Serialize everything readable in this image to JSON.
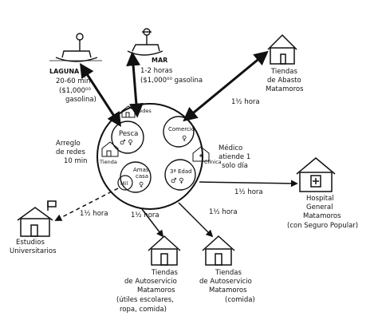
{
  "nodes": {
    "laguna": {
      "line1": "LAGUNA",
      "line2": "20-60 min",
      "line3": "($1,000⁰⁰",
      "line4": "gasolina)"
    },
    "mar": {
      "line1": "MAR",
      "line2": "1-2 horas",
      "line3": "($1,000⁰⁰ gasolina"
    },
    "tiendas_abasto": {
      "line1": "Tiendas",
      "line2": "de Abasto",
      "line3": "Matamoros"
    },
    "arreglo_redes": {
      "line1": "Arreglo",
      "line2": "de redes",
      "line3": "10 min"
    },
    "medico": {
      "line1": "Médico",
      "line2": "atiende 1",
      "line3": "solo día"
    },
    "hospital": {
      "line1": "Hospital",
      "line2": "General",
      "line3": "Matamoros",
      "line4": "(con Seguro Popular)"
    },
    "estudios": {
      "line1": "Estudios",
      "line2": "Universitarios"
    },
    "tiendas_auto_left": {
      "line1": "Tiendas",
      "line2": "de Autoservicio",
      "line3": "Matamoros",
      "line4": "(útiles escolares,",
      "line5": "ropa, comida)"
    },
    "tiendas_auto_right": {
      "line1": "Tiendas",
      "line2": "de Autoservicio",
      "line3": "Matamoros",
      "line4": "(comida)"
    }
  },
  "community": {
    "pesca": {
      "line1": "Pesca",
      "line2": "♂ ♀"
    },
    "comercio": {
      "line1": "Comercio",
      "line2": "♀"
    },
    "amas_casa": {
      "line1": "Amas",
      "line2": "casa",
      "line3": "♀"
    },
    "tercera_edad": {
      "line1": "3ª Edad",
      "line2": "♂ ♀"
    },
    "mil": "Mil",
    "redes_label": "Redes",
    "tienda_label": "Tienda",
    "clinica_label": "Clínica"
  },
  "times": {
    "abasto": "1½ hora",
    "hospital": "1½ hora",
    "auto_left": "1½ hora",
    "auto_right": "1½ hora",
    "estudios": "1½ hora"
  }
}
